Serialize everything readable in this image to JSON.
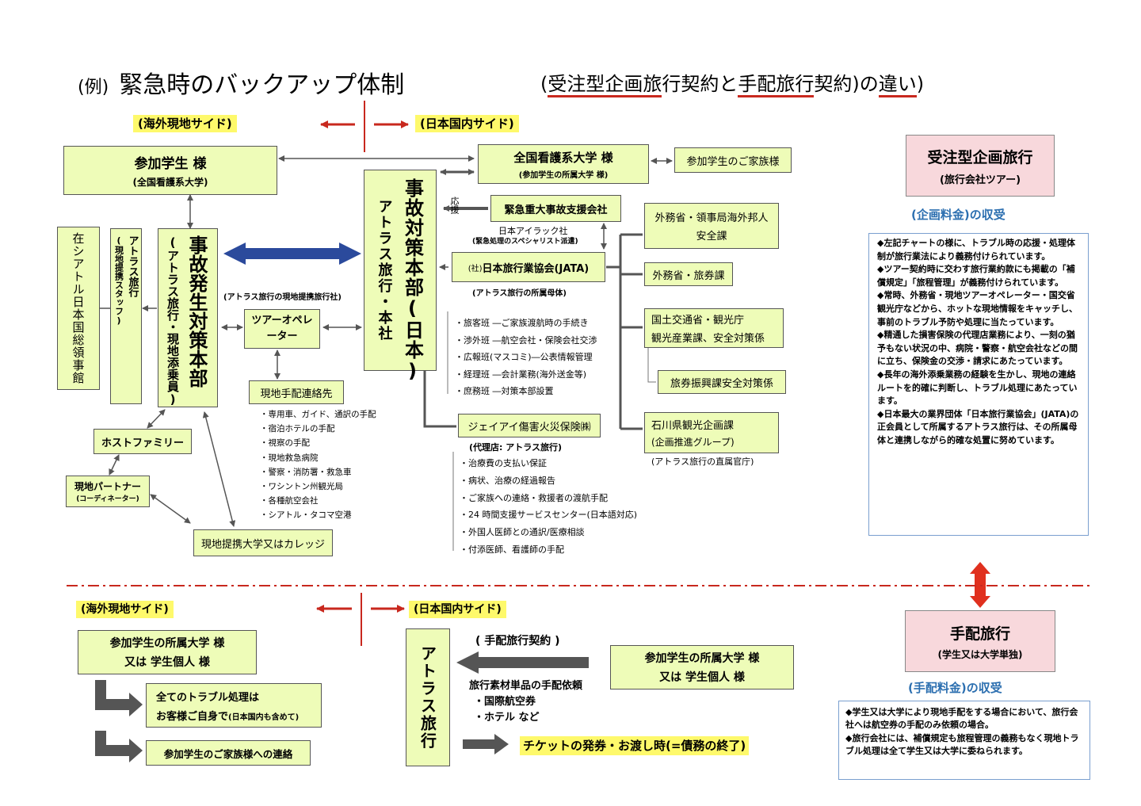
{
  "title": {
    "prefix": "(例)",
    "main": "緊急時のバックアップ体制",
    "right_open": "(",
    "right_a": "受注型",
    "right_b": "企画旅",
    "right_c": "行契約と",
    "right_d": "手配旅行",
    "right_e": "契約)の",
    "right_f": "違い",
    "right_close": ")"
  },
  "sides_top": {
    "overseas": "(海外現地サイド)",
    "domestic": "(日本国内サイド)"
  },
  "sides_bottom": {
    "overseas": "(海外現地サイド)",
    "domestic": "(日本国内サイド)"
  },
  "student": {
    "line1": "参加学生 様",
    "line2": "(全国看護系大学)"
  },
  "university": {
    "line1": "全国看護系大学 様",
    "line2": "(参加学生の所属大学 様)"
  },
  "family": "参加学生のご家族様",
  "hq": {
    "main": "事故対策本部(日本)",
    "sub": "アトラス旅行・本社"
  },
  "ouen": "応援",
  "support_company": "緊急重大事故支援会社",
  "iraq": {
    "line1": "日本アイラック社",
    "line2": "(緊急処理のスペシャリスト派遣)"
  },
  "jata": {
    "prefix": "(社)",
    "name": "日本旅行業協会(JATA)",
    "note": "(アトラス旅行の所属母体)"
  },
  "consulate": "在シアトル日本国総領事館",
  "staff": {
    "main": "アトラス旅行",
    "sub": "(現地提携スタッフ)"
  },
  "field_hq": {
    "main": "事故発生対策本部",
    "sub": "(アトラス旅行・現地添乗員)"
  },
  "partner_agency": "(アトラス旅行の現地提携旅行社)",
  "operator": "ツアーオペレーター",
  "contacts": {
    "title": "現地手配連絡先",
    "items": [
      "・専用車、ガイド、通訳の手配",
      "・宿泊ホテルの手配",
      "・視察の手配",
      "・現地救急病院",
      "・警察・消防署・救急車",
      "・ワシントン州観光局",
      "・各種航空会社",
      "・シアトル・タコマ空港"
    ]
  },
  "homestay": "ホストファミリー",
  "local_partner": {
    "line1": "現地パートナー",
    "line2": "(コーディネーター)"
  },
  "local_univ": "現地提携大学又はカレッジ",
  "teams": [
    "・旅客班 ―ご家族渡航時の手続き",
    "・渉外班 ―航空会社・保険会社交渉",
    "・広報班(マスコミ)―公表情報管理",
    "・経理班 ―会計業務(海外送金等)",
    "・庶務班 ―対策本部設置"
  ],
  "insurance": {
    "name": "ジェイアイ傷害火災保険㈱",
    "agent": "(代理店: アトラス旅行)"
  },
  "insurance_items": [
    "・治療費の支払い保証",
    "・病状、治療の経過報告",
    "・ご家族への連絡・救援者の渡航手配",
    "・24 時間支援サービスセンター(日本語対応)",
    "・外国人医師との通訳/医療相談",
    "・付添医師、看護師の手配"
  ],
  "mofa1": {
    "line1": "外務省・領事局海外邦人",
    "line2": "安全課"
  },
  "mofa2": "外務省・旅券課",
  "mlit": {
    "line1": "国土交通省・観光庁",
    "line2": "観光産業課、安全対策係"
  },
  "ryoken": "旅券振興課安全対策係",
  "ishikawa": {
    "line1": "石川県観光企画課",
    "line2": "(企画推進グループ)",
    "note": "(アトラス旅行の直属官庁)"
  },
  "juchu": {
    "title": "受注型企画旅行",
    "sub": "(旅行会社ツアー)",
    "fee": "(企画料金)の収受"
  },
  "juchu_notes": [
    "◆左記チャートの様に、トラブル時の応援・処理体制が旅行業法により義務付けられています。",
    "◆ツアー契約時に交わす旅行業約款にも掲載の「補償規定」「旅程管理」が義務付けられています。",
    "◆常時、外務省・現地ツアーオペレーター・国交省観光庁などから、ホットな現地情報をキャッチし、事前のトラブル予防や処理に当たっています。",
    "◆精通した損害保険の代理店業務により、一刻の猶予もない状況の中、病院・警察・航空会社などの間に立ち、保険金の交渉・請求にあたっています。",
    "◆長年の海外添乗業務の経験を生かし、現地の連絡ルートを的確に判断し、トラブル処理にあたっています。",
    "◆日本最大の業界団体「日本旅行業協会」(JATA)の正会員として所属するアトラス旅行は、その所属母体と連携しながら的確な処置に努めています。"
  ],
  "tehai": {
    "title": "手配旅行",
    "sub": "(学生又は大学単独)",
    "fee": "(手配料金)の収受"
  },
  "tehai_notes": [
    "◆学生又は大学により現地手配をする場合において、旅行会社へは航空券の手配のみ依頼の場合。",
    "◆旅行会社には、補償規定も旅程管理の義務もなく現地トラブル処理は全て学生又は大学に委ねられます。"
  ],
  "bottom": {
    "univ_left": {
      "line1": "参加学生の所属大学 様",
      "line2": "又は 学生個人 様"
    },
    "trouble": {
      "line1": "全てのトラブル処理は",
      "line2": "お客様ご自身で",
      "line2_small": "(日本国内も含めて)"
    },
    "family_contact": "参加学生のご家族様への連絡",
    "atlas": "アトラス旅行",
    "contract": "( 手配旅行契約 )",
    "request": "旅行素材単品の手配依頼",
    "items": [
      "・国際航空券",
      "・ホテル など"
    ],
    "univ_right": {
      "line1": "参加学生の所属大学 様",
      "line2": "又は 学生個人 様"
    },
    "ticket": "チケットの発券・お渡し時(=債務の終了)"
  },
  "colors": {
    "box_fill": "#eefcb8",
    "highlight": "#fef96b",
    "pink": "#f8d8dc",
    "red": "#c8281e",
    "blue_text": "#2c6fb0",
    "blue_arrow": "#2b4a9c"
  }
}
